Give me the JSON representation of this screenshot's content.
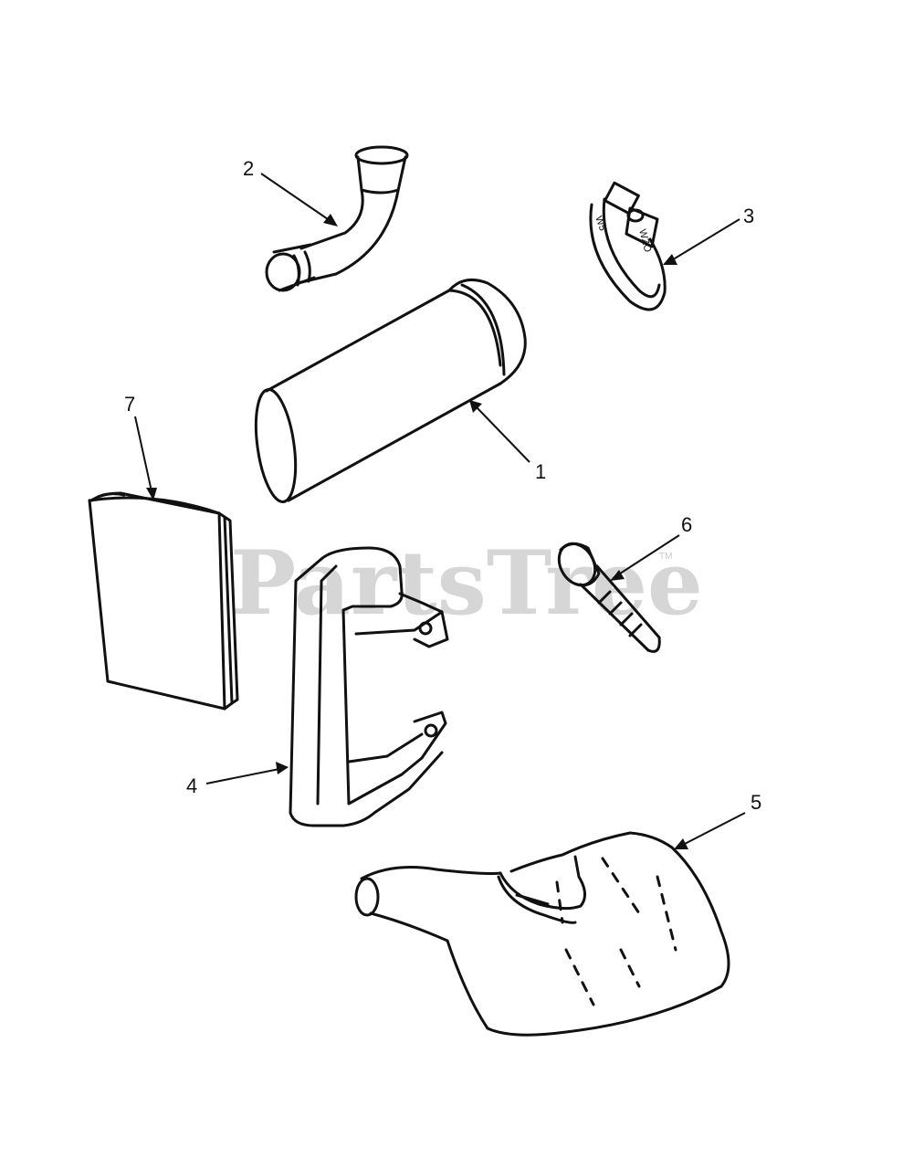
{
  "watermark": {
    "text": "PartsTree",
    "trademark": "TM"
  },
  "parts": [
    {
      "callout": "1",
      "name": "tube"
    },
    {
      "callout": "2",
      "name": "elbow"
    },
    {
      "callout": "3",
      "name": "hose-clamp"
    },
    {
      "callout": "4",
      "name": "handle"
    },
    {
      "callout": "5",
      "name": "bag"
    },
    {
      "callout": "6",
      "name": "bolt"
    },
    {
      "callout": "7",
      "name": "manual"
    }
  ],
  "clamp_text": {
    "a": "W5",
    "b": "WZO"
  }
}
